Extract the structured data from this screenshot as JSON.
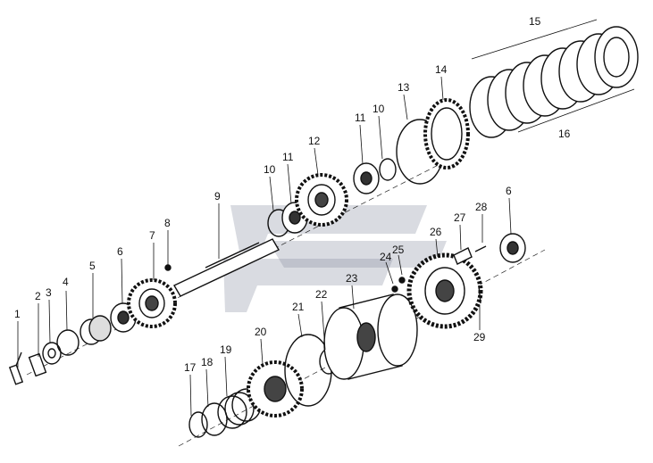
{
  "diagram": {
    "watermark": "watermark-logo",
    "parts": [
      {
        "id": "1",
        "label": "1"
      },
      {
        "id": "2",
        "label": "2"
      },
      {
        "id": "3",
        "label": "3"
      },
      {
        "id": "4",
        "label": "4"
      },
      {
        "id": "5",
        "label": "5"
      },
      {
        "id": "6a",
        "label": "6"
      },
      {
        "id": "7",
        "label": "7"
      },
      {
        "id": "8",
        "label": "8"
      },
      {
        "id": "9",
        "label": "9"
      },
      {
        "id": "10a",
        "label": "10"
      },
      {
        "id": "11a",
        "label": "11"
      },
      {
        "id": "12",
        "label": "12"
      },
      {
        "id": "11b",
        "label": "11"
      },
      {
        "id": "10b",
        "label": "10"
      },
      {
        "id": "13",
        "label": "13"
      },
      {
        "id": "14",
        "label": "14"
      },
      {
        "id": "15",
        "label": "15"
      },
      {
        "id": "16",
        "label": "16"
      },
      {
        "id": "17",
        "label": "17"
      },
      {
        "id": "18",
        "label": "18"
      },
      {
        "id": "19",
        "label": "19"
      },
      {
        "id": "20",
        "label": "20"
      },
      {
        "id": "21",
        "label": "21"
      },
      {
        "id": "22",
        "label": "22"
      },
      {
        "id": "23",
        "label": "23"
      },
      {
        "id": "24",
        "label": "24"
      },
      {
        "id": "25",
        "label": "25"
      },
      {
        "id": "26",
        "label": "26"
      },
      {
        "id": "27",
        "label": "27"
      },
      {
        "id": "28",
        "label": "28"
      },
      {
        "id": "6b",
        "label": "6"
      },
      {
        "id": "29",
        "label": "29"
      }
    ]
  }
}
